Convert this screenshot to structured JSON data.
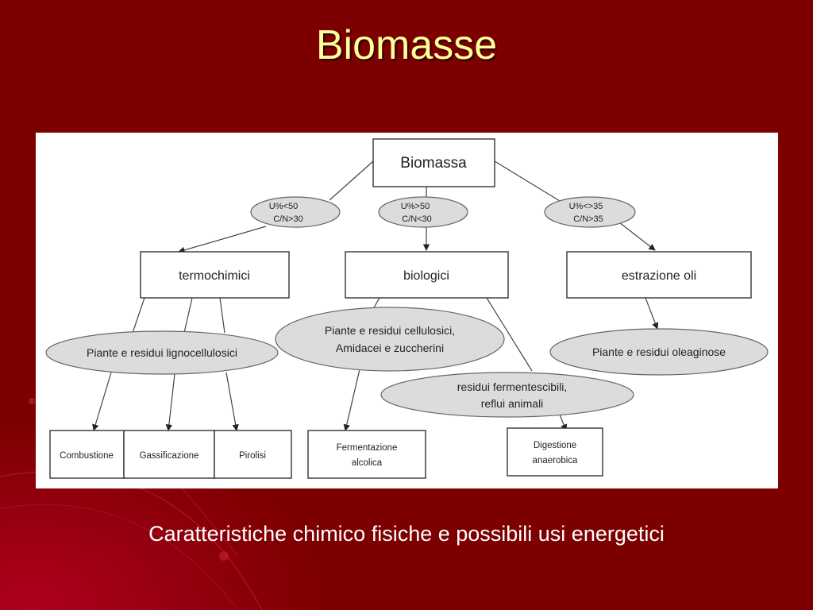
{
  "slide": {
    "title": "Biomasse",
    "caption": "Caratteristiche chimico fisiche e possibili usi energetici"
  },
  "diagram": {
    "root": "Biomassa",
    "conditions": {
      "left": [
        "U%<50",
        "C/N>30"
      ],
      "center": [
        "U%>50",
        "C/N<30"
      ],
      "right": [
        "U%<>35",
        "C/N>35"
      ]
    },
    "categories": {
      "termo": "termochimici",
      "bio": "biologici",
      "estr": "estrazione oli"
    },
    "feedstocks": {
      "ligno": "Piante e residui lignocellulosici",
      "cell": [
        "Piante e residui cellulosici,",
        "Amidacei e zuccherini"
      ],
      "ferm": [
        "residui fermentescibili,",
        "reflui animali"
      ],
      "oleag": "Piante e residui oleaginose"
    },
    "processes": {
      "combustione": "Combustione",
      "gassificazione": "Gassificazione",
      "pirolisi": "Pirolisi",
      "fermentazione": [
        "Fermentazione",
        "alcolica"
      ],
      "digestione": [
        "Digestione",
        "anaerobica"
      ]
    }
  },
  "colors": {
    "background": "#7d0000",
    "title": "#ffff99",
    "caption": "#ffffff"
  }
}
